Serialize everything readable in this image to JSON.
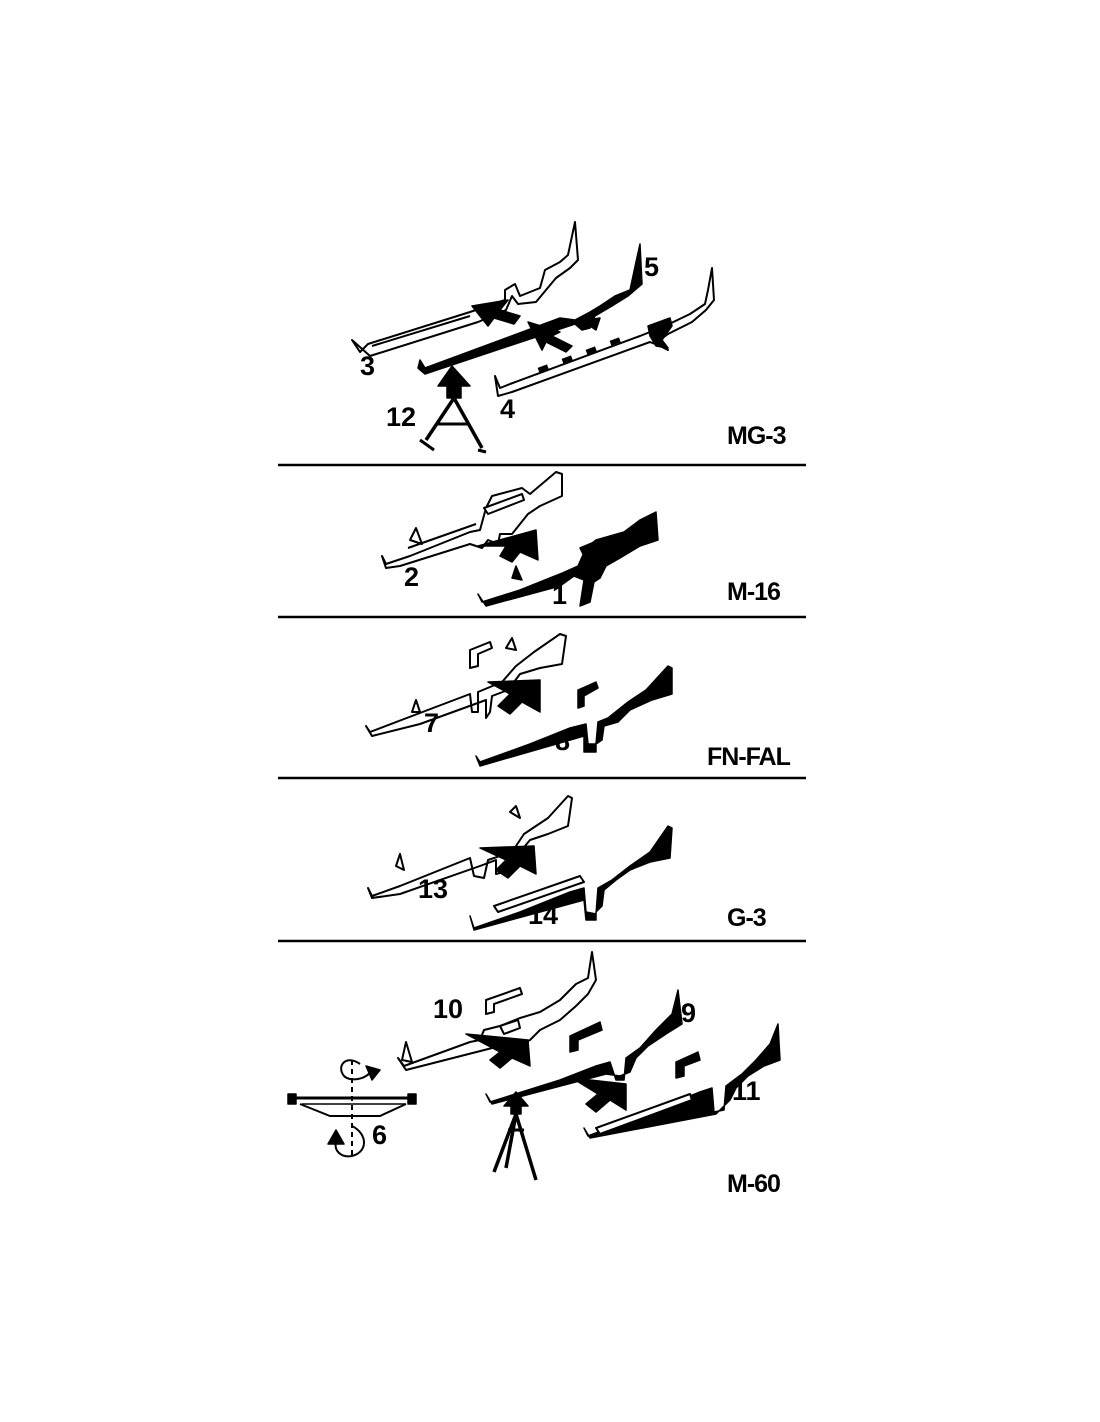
{
  "sections": [
    {
      "title": "MG-3",
      "callouts": [
        "3",
        "5",
        "4",
        "12"
      ]
    },
    {
      "title": "M-16",
      "callouts": [
        "2",
        "1"
      ]
    },
    {
      "title": "FN-FAL",
      "callouts": [
        "7",
        "8"
      ]
    },
    {
      "title": "G-3",
      "callouts": [
        "13",
        "14"
      ]
    },
    {
      "title": "M-60",
      "callouts": [
        "10",
        "9",
        "11",
        "6"
      ]
    }
  ]
}
